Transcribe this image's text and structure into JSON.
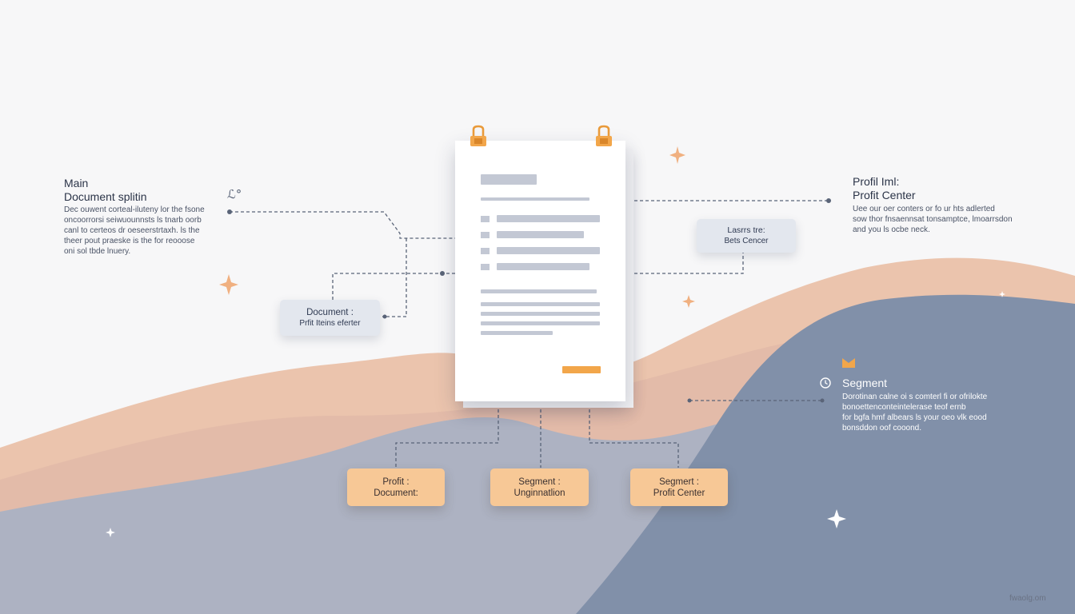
{
  "colors": {
    "background": "#f7f7f8",
    "wave_peach": "#e8b79b",
    "wave_slate": "#8292ac",
    "chip_blue": "#e3e7ee",
    "chip_orange": "#f7c896",
    "accent_orange": "#f2a64a",
    "connector": "#5a6478"
  },
  "left_note": {
    "title_line1": "Main",
    "title_line2": "Document splitin",
    "body": "Dec ouwent corteal-iluteny lor the fsone\noncoorrorsi seiwuounnsts ls  tnarb oorb\ncanl to certeos dr oeseerstrtaxh. ls the\ntheer pout praeske is the for reooose\noni sol tbde lnuery.",
    "icon": "person-sketch-icon",
    "icon_glyph": "ℒ°"
  },
  "right_note": {
    "title_line1": "Profil Iml:",
    "title_line2": "Profit Center",
    "body": "Uee our oer conters or fo ur hts adlerted\nsow thor fnsaennsat tonsamptce, lmoarrsdon\nand you ls ocbe neck."
  },
  "segment_note": {
    "title": "Segment",
    "body": "Dorotinan calne oi s comterl fi or ofrilokte\nbonoettenconteintelerase teof ernb\nfor bgfa hmf albears ls your oeo vlk eood\nbonsddon oof cooond.",
    "icon": "clock-icon",
    "flag_icon": "flag-icon"
  },
  "chips": {
    "document": {
      "line1": "Document :",
      "line2": "Prfit Iteins eferter"
    },
    "profit_center_top": {
      "line1": "Lasrrs tre:",
      "line2": "Bets Cencer"
    },
    "profit_document": {
      "line1": "Profit :",
      "line2": "Document:"
    },
    "segment_unassigned": {
      "line1": "Segment :",
      "line2": "Unginnatlion"
    },
    "segment_profit_center": {
      "line1": "Segmert :",
      "line2": "Profit Center"
    }
  },
  "document": {
    "icon": "document-icon",
    "clip_icon": "binder-clip-icon"
  },
  "decor": {
    "sparkle_icon": "sparkle-icon"
  },
  "watermark": "fwaolg.om"
}
